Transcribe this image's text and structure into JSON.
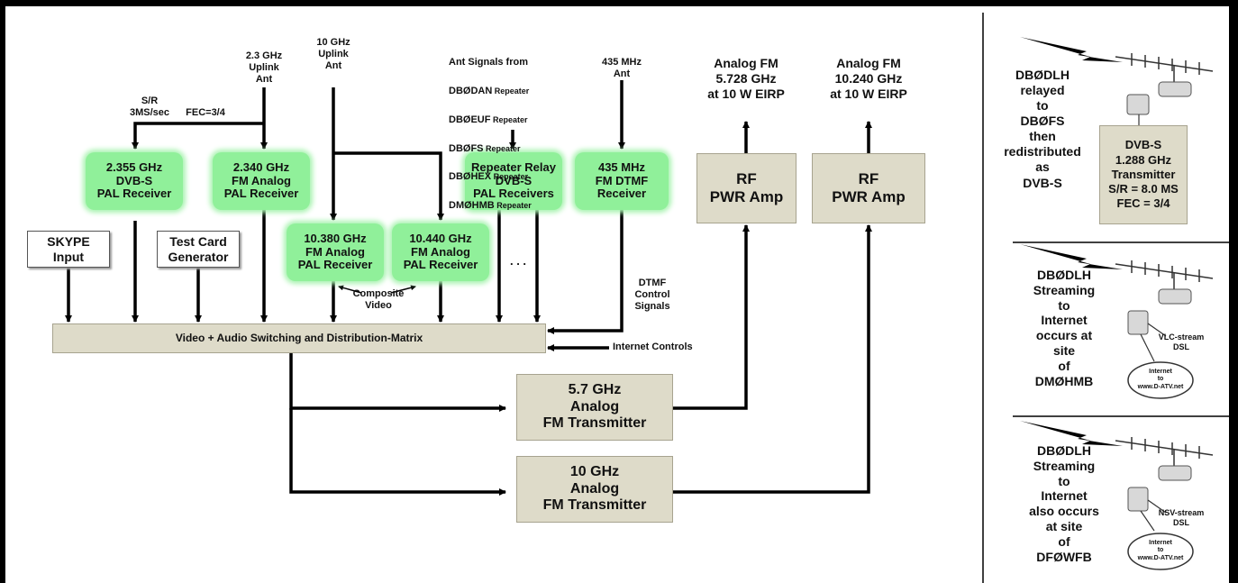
{
  "boxes": {
    "dvbs_2355": "2.355 GHz\nDVB-S\nPAL Receiver",
    "fm_2340": "2.340 GHz\nFM Analog\nPAL Receiver",
    "fm_10380": "10.380 GHz\nFM Analog\nPAL Receiver",
    "fm_10440": "10.440 GHz\nFM Analog\nPAL Receiver",
    "repeater_relay": "Repeater Relay\nDVB-S\nPAL Receivers",
    "dtmf_435": "435 MHz\nFM DTMF\nReceiver",
    "rf_amp_1": "RF\nPWR Amp",
    "rf_amp_2": "RF\nPWR Amp",
    "skype": "SKYPE\nInput",
    "test_card": "Test Card\nGenerator",
    "matrix": "Video + Audio Switching and Distribution-Matrix",
    "tx_57": "5.7 GHz\nAnalog\nFM Transmitter",
    "tx_10": "10 GHz\nAnalog\nFM Transmitter",
    "dvbs_tx": "DVB-S\n1.288 GHz\nTransmitter\nS/R = 8.0 MS\nFEC = 3/4"
  },
  "labels": {
    "sr": "S/R\n3MS/sec",
    "fec": "FEC=3/4",
    "uplink_23": "2.3 GHz\nUplink\nAnt",
    "uplink_10": "10 GHz\nUplink\nAnt",
    "ant_signals_title": "Ant Signals from",
    "ant_435": "435 MHz\nAnt",
    "out_5728": "Analog FM\n5.728 GHz\nat 10 W EIRP",
    "out_10240": "Analog FM\n10.240 GHz\nat 10 W EIRP",
    "composite": "Composite\nVideo",
    "ellipsis": ". . .",
    "dtmf_control": "DTMF\nControl\nSignals",
    "internet_controls": "Internet Controls",
    "relay_text": "DBØDLH\nrelayed\nto\nDBØFS\nthen\nredistributed\nas\nDVB-S",
    "streaming_1": "DBØDLH\nStreaming\nto\nInternet\noccurs at\nsite\nof\nDMØHMB",
    "streaming_2": "DBØDLH\nStreaming\nto\nInternet\nalso occurs\nat site\nof\nDFØWFB",
    "vlc": "VLC-stream\nDSL",
    "nsv": "NSV-stream\nDSL",
    "cloud_1": "Internet\nto\nwww.D-ATV.net",
    "cloud_2": "Internet\nto\nwww.D-ATV.net"
  },
  "repeaters": [
    {
      "call": "DBØDAN",
      "suffix": " Repeater"
    },
    {
      "call": "DBØEUF",
      "suffix": " Repeater"
    },
    {
      "call": "DBØFS",
      "suffix": " Repeater"
    },
    {
      "call": "DBØHEX",
      "suffix": " Repeater"
    },
    {
      "call": "DMØHMB",
      "suffix": " Repeater"
    }
  ],
  "colors": {
    "receiver": "#90f09a",
    "block": "#dedbc9",
    "line": "#000000"
  }
}
